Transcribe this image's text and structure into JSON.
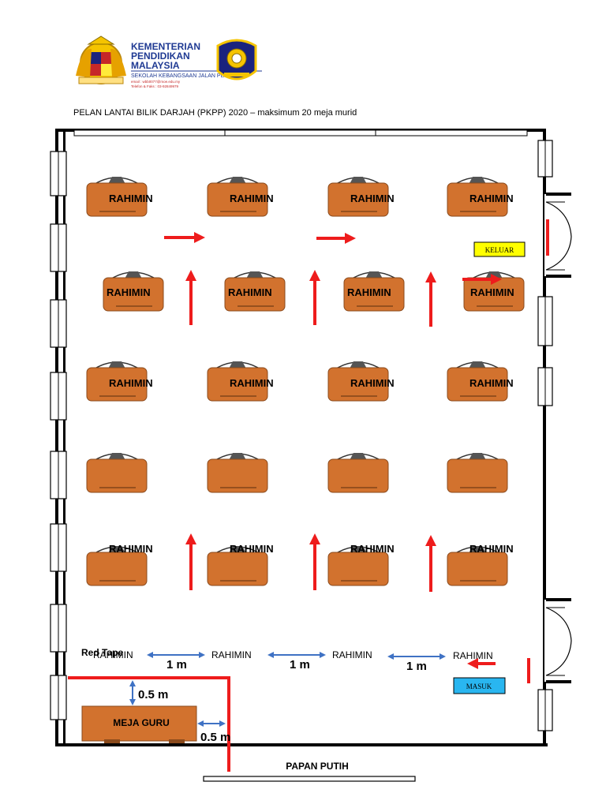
{
  "header": {
    "ministry_line1": "KEMENTERIAN",
    "ministry_line2": "PENDIDIKAN",
    "ministry_line3": "MALAYSIA",
    "school_name": "SEKOLAH KEBANGSAAN JALAN PEEL",
    "email": "email : wbb0077@moe.edu.my",
    "phone": "Telefon & Faks : 03-92849979"
  },
  "title": "PELAN LANTAI BILIK DARJAH (PKPP) 2020 – maksimum 20 meja murid",
  "student_name": "RAHIMIN",
  "labels": {
    "keluar": "KELUAR",
    "masuk": "MASUK",
    "meja_guru": "MEJA GURU",
    "papan_putih": "PAPAN PUTIH",
    "red_tape": "Red Tape",
    "one_m": "1 m",
    "half_m": "0.5 m"
  },
  "colors": {
    "desk": "#d2722e",
    "desk_border": "#8a4a1c",
    "chair": "#555555",
    "arrow_red": "#ee1c1c",
    "dim_blue": "#3f72c4",
    "keluar_bg": "#ffff00",
    "masuk_bg": "#29b6f0",
    "wall": "#000000"
  },
  "desk_rows": [
    {
      "named": true
    },
    {
      "named": true
    },
    {
      "named": true
    },
    {
      "named": false
    },
    {
      "named": true
    }
  ]
}
